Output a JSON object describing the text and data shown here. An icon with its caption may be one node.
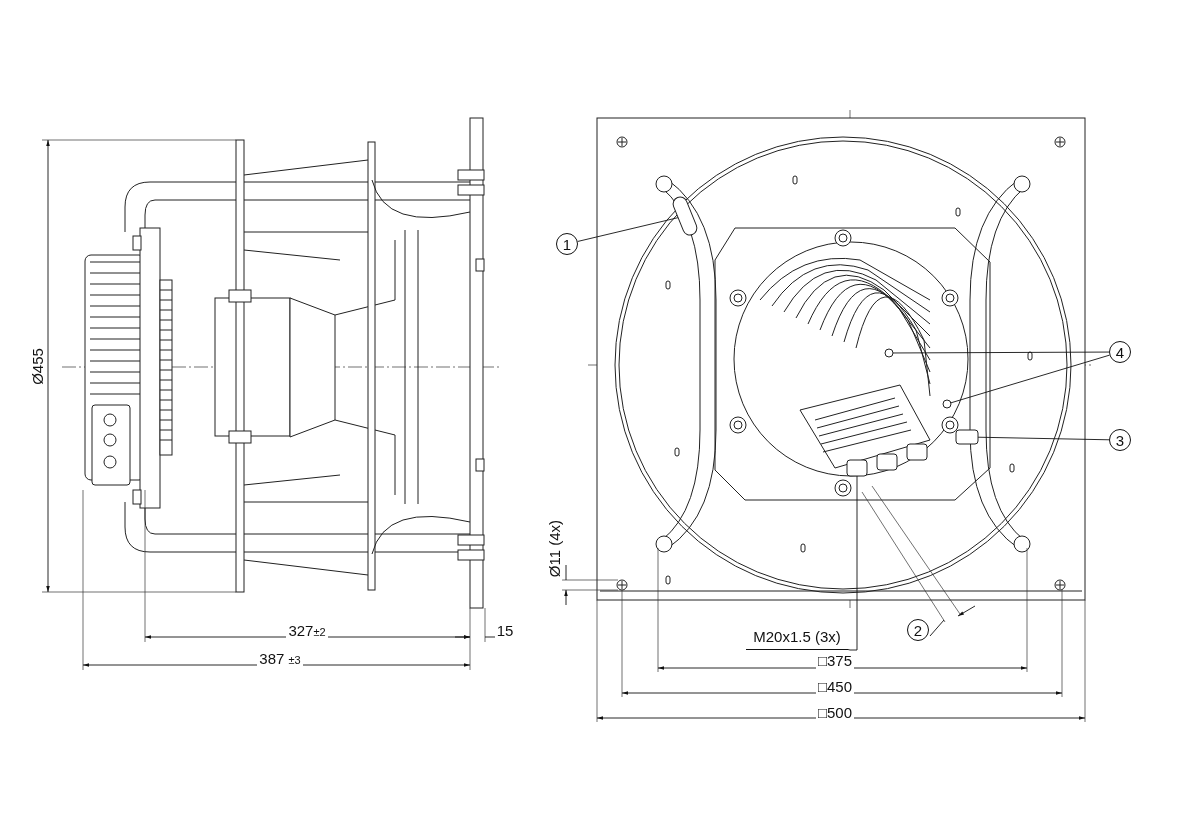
{
  "diagram": {
    "nodes": [
      {
        "text": [
          "1"
        ]
      },
      {
        "text": [],
        "shape": "bar"
      },
      {
        "text": [
          "M20x1.5 (3x)"
        ]
      },
      {
        "text": [],
        "shape": "box"
      },
      {
        "text": [
          "3"
        ]
      },
      {
        "text": [],
        "shape": "box"
      },
      {
        "text": [
          "4"
        ]
      },
      {
        "text": [],
        "shape": "circle"
      },
      {
        "text": [],
        "shape": "circle"
      },
      {
        "text": [
          "2"
        ]
      }
    ],
    "edges": [
      {
        "from": 0,
        "to": 1,
        "arrow": "none"
      },
      {
        "from": 2,
        "to": 3,
        "arrow": "none"
      },
      {
        "from": 4,
        "to": 5,
        "arrow": "none"
      },
      {
        "from": 6,
        "to": 7,
        "arrow": "none"
      },
      {
        "from": 6,
        "to": 8,
        "arrow": "none"
      }
    ],
    "labels": [
      "Ø455",
      "327$_{±2}$",
      "15",
      "387 $_{±3}$",
      "Ø11 (4x)",
      "□375",
      "□450",
      "□500"
    ]
  }
}
